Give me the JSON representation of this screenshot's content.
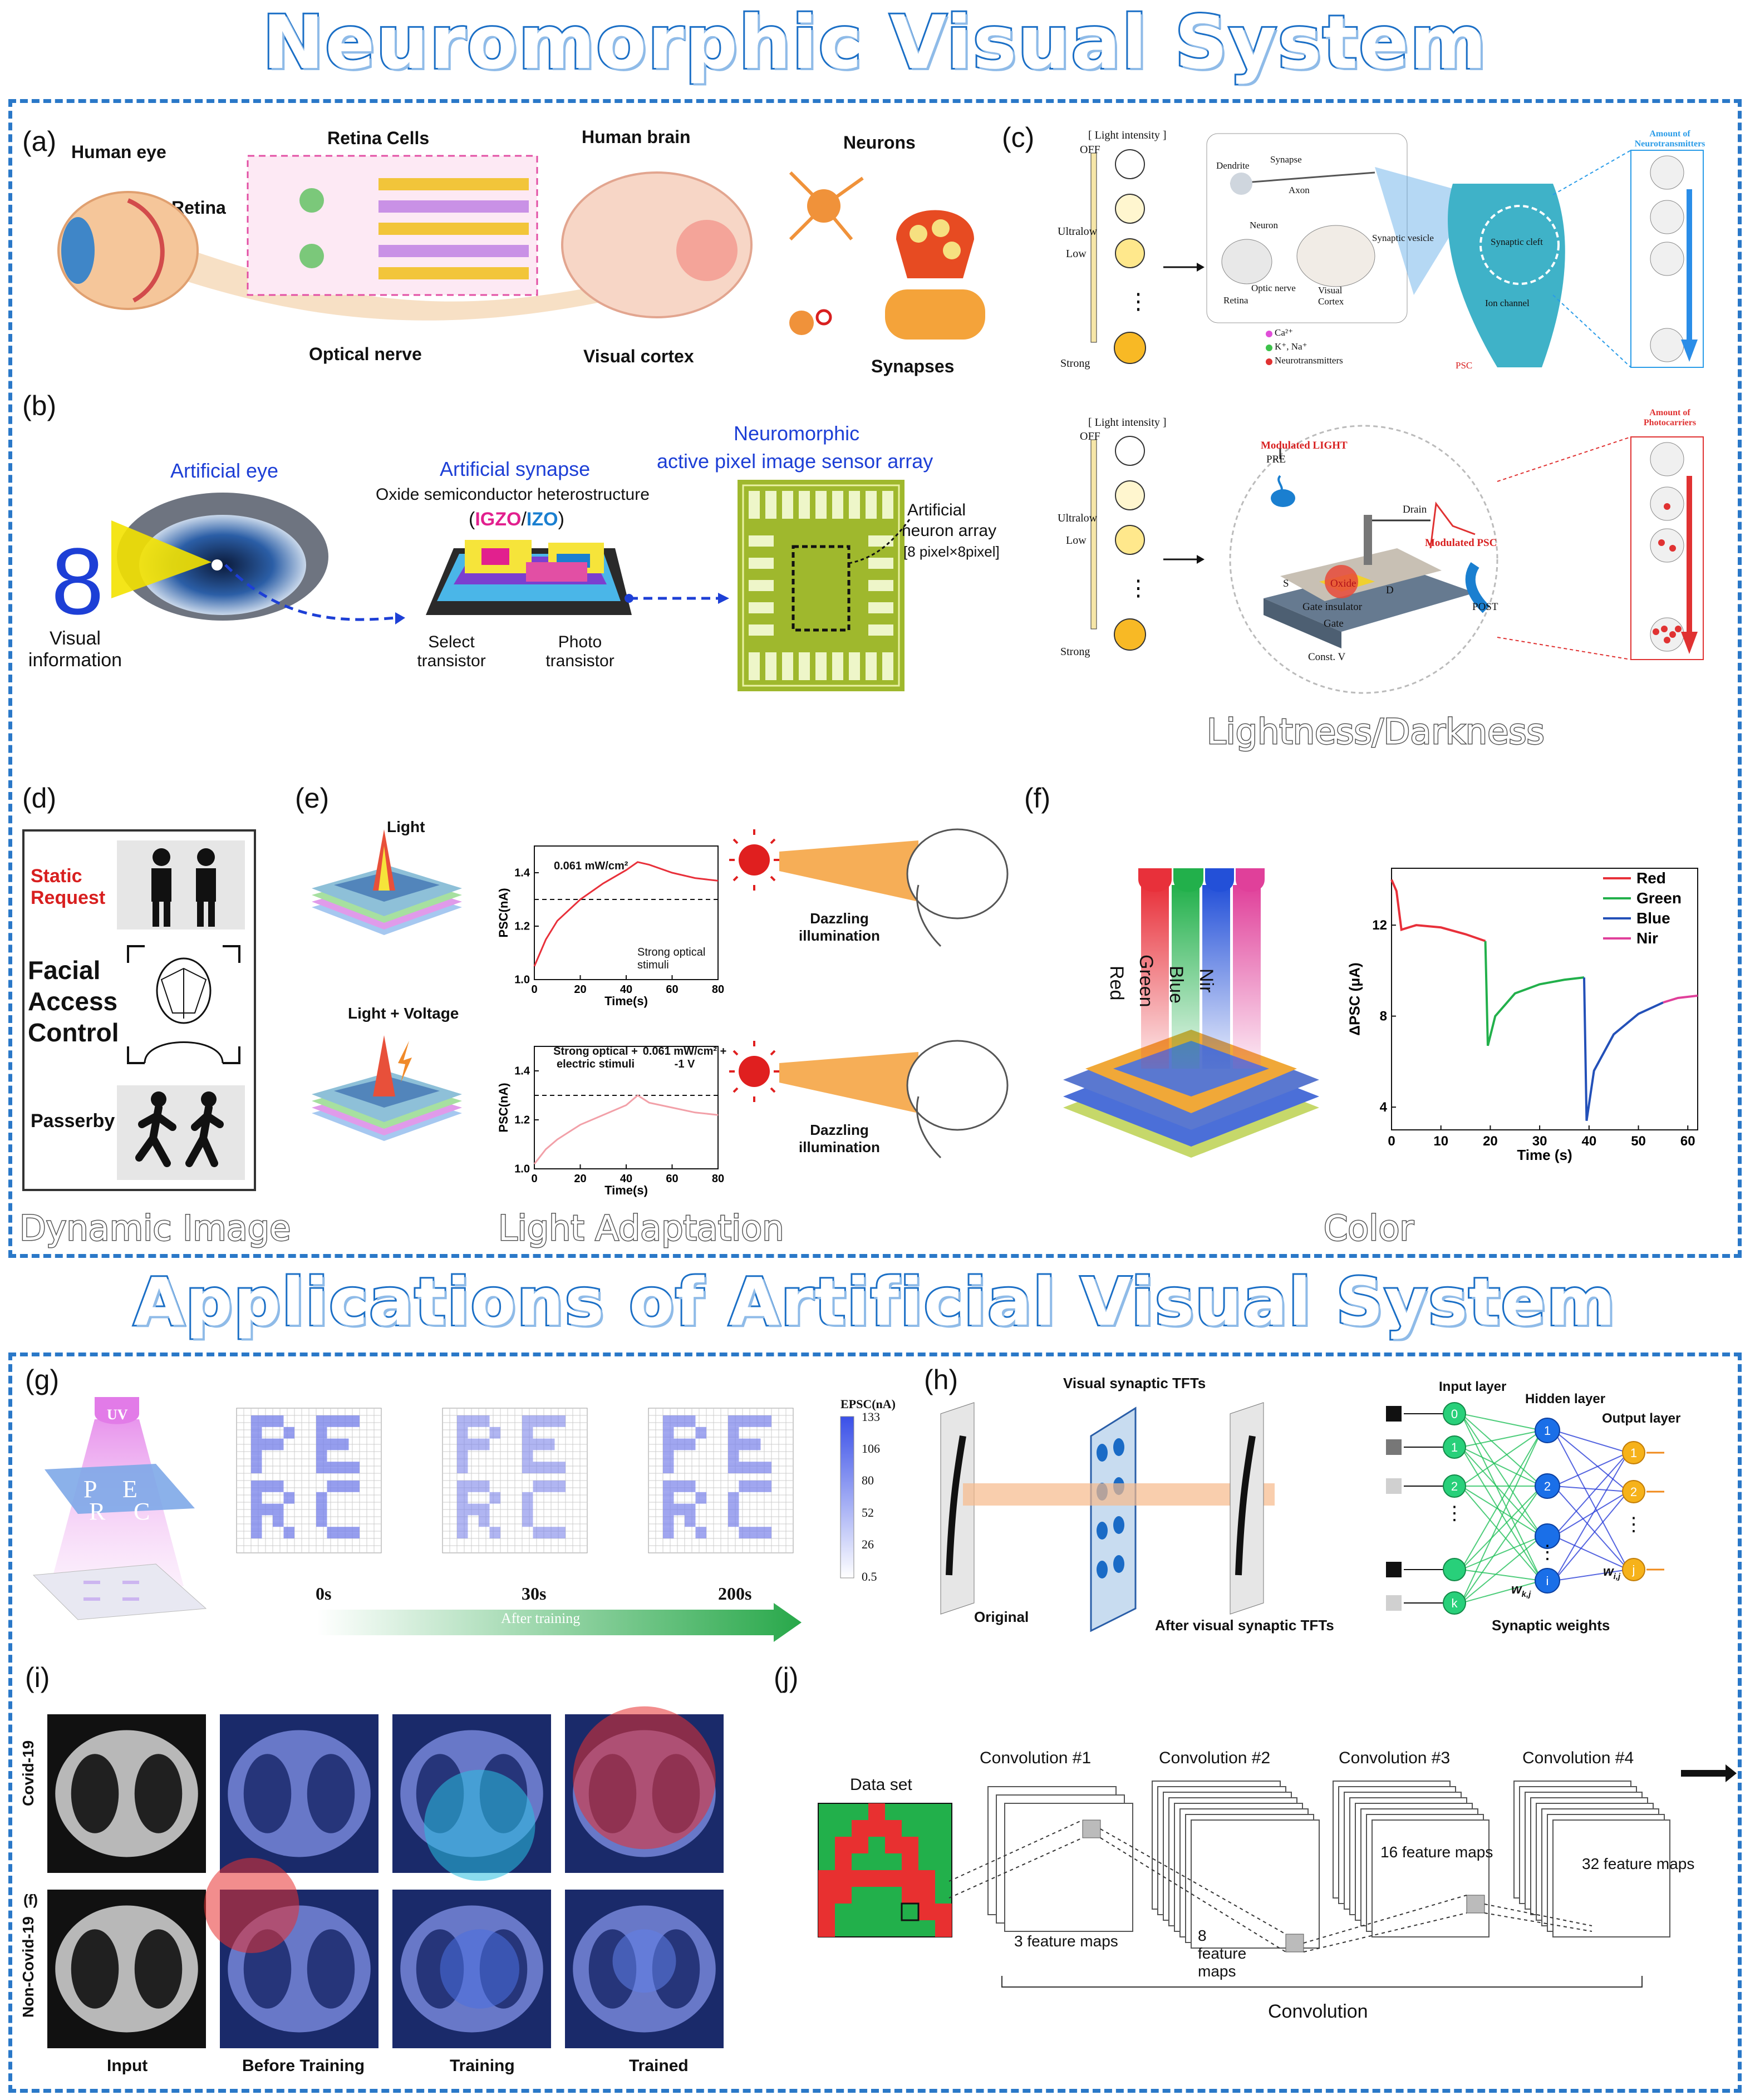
{
  "titles": {
    "top": "Neuromorphic Visual System",
    "bottom": "Applications of Artificial Visual System"
  },
  "panels": {
    "a": {
      "tag": "(a)",
      "human_eye": "Human eye",
      "retina": "Retina",
      "retina_cells": "Retina Cells",
      "human_brain": "Human brain",
      "neurons": "Neurons",
      "optical_nerve": "Optical nerve",
      "visual_cortex": "Visual cortex",
      "synapses": "Synapses"
    },
    "b": {
      "tag": "(b)",
      "artificial_eye": "Artificial eye",
      "digit": "8",
      "visual_information": "Visual information",
      "artificial_synapse": "Artificial synapse",
      "heterostructure": "Oxide semiconductor heterostructure",
      "igzo": "IGZO",
      "izo": "IZO",
      "select_transistor": "Select transistor",
      "photo_transistor": "Photo transistor",
      "sensor_title_1": "Neuromorphic",
      "sensor_title_2": "active pixel image sensor array",
      "neuron_array_1": "Artificial",
      "neuron_array_2": "neuron array",
      "neuron_array_3": "[8 pixel×8pixel]"
    },
    "c": {
      "tag": "(c)",
      "light_intensity": "[ Light intensity ]",
      "off": "OFF",
      "ultralow": "Ultralow",
      "low": "Low",
      "strong": "Strong",
      "dendrite": "Dendrite",
      "synapse": "Synapse",
      "axon": "Axon",
      "neuron": "Neuron",
      "optic_nerve": "Optic nerve",
      "retina": "Retina",
      "visual_cortex": "Visual Cortex",
      "synaptic_vesicle": "Synaptic vesicle",
      "synaptic_cleft": "Synaptic cleft",
      "ion_channel": "Ion channel",
      "psc": "PSC",
      "legend_ca": "Ca²⁺",
      "legend_kna": "K⁺, Na⁺",
      "legend_nt": "Neurotransmitters",
      "amount_nt": "Amount of Neurotransmitters",
      "amount_pc": "Amount of Photocarriers",
      "modulated_light": "Modulated LIGHT",
      "pre": "PRE",
      "drain": "Drain",
      "modulated_psc": "Modulated PSC",
      "oxide": "Oxide",
      "gate_insulator": "Gate insulator",
      "gate": "Gate",
      "post": "POST",
      "const_vg": "Const. V",
      "s": "S",
      "d": "D",
      "caption": "Lightness/Darkness"
    },
    "d": {
      "tag": "(d)",
      "static_request": "Static Request",
      "facial": "Facial Access Control",
      "passerby": "Passerby",
      "caption": "Dynamic Image"
    },
    "e": {
      "tag": "(e)",
      "light": "Light",
      "light_voltage": "Light + Voltage",
      "dazzling": "Dazzling illumination",
      "caption": "Light Adaptation",
      "top_plot_note1": "0.061 mW/cm²",
      "top_plot_note2": "Strong optical stimuli",
      "bottom_plot_note1": "Strong optical + electric stimuli",
      "bottom_plot_note2": "0.061 mW/cm² + -1 V",
      "ylabel": "PSC(nA)",
      "xlabel": "Time(s)"
    },
    "f": {
      "tag": "(f)",
      "caption": "Color",
      "bar_labels": [
        "Red",
        "Green",
        "Blue",
        "Nir"
      ]
    },
    "g": {
      "tag": "(g)",
      "uv": "UV",
      "letters": [
        "P",
        "E",
        "R",
        "C"
      ],
      "times": [
        "0s",
        "30s",
        "200s"
      ],
      "after_training": "After training",
      "colorbar_title": "EPSC(nA)",
      "colorbar_ticks": [
        "133",
        "106",
        "80",
        "52",
        "26",
        "0.5"
      ]
    },
    "h": {
      "tag": "(h)",
      "original": "Original",
      "tfts": "Visual synaptic TFTs",
      "after_tfts": "After visual synaptic TFTs",
      "input_layer": "Input layer",
      "hidden_layer": "Hidden layer",
      "output_layer": "Output layer",
      "synaptic_weights": "Synaptic weights",
      "input_nodes": [
        "0",
        "1",
        "2",
        "k"
      ],
      "hidden_nodes": [
        "1",
        "2",
        "i"
      ],
      "output_nodes": [
        "1",
        "2",
        "j"
      ],
      "wkj": "w",
      "wij": "w"
    },
    "i": {
      "tag": "(i)",
      "row_covid": "Covid-19",
      "row_noncovid": "Non-Covid-19",
      "row_tag": "(f)",
      "cols": [
        "Input",
        "Before Training",
        "Training",
        "Trained"
      ]
    },
    "j": {
      "tag": "(j)",
      "data_set": "Data set",
      "conv1": "Convolution #1",
      "conv2": "Convolution #2",
      "conv3": "Convolution #3",
      "conv4": "Convolution #4",
      "fm1": "3 feature maps",
      "fm2": "8 feature maps",
      "fm3": "16 feature maps",
      "fm4": "32 feature maps",
      "convolution": "Convolution"
    }
  },
  "chart_data": [
    {
      "type": "line",
      "panel": "e-top",
      "xlabel": "Time(s)",
      "ylabel": "PSC(nA)",
      "xlim": [
        0,
        80
      ],
      "ylim": [
        1.0,
        1.5
      ],
      "xticks": [
        "0",
        "20",
        "40",
        "60",
        "80"
      ],
      "yticks": [
        "1.0",
        "1.2",
        "1.4"
      ],
      "reference_line": 1.3,
      "series": [
        {
          "x": [
            0,
            5,
            10,
            20,
            30,
            40,
            45,
            50,
            60,
            70,
            80
          ],
          "values": [
            1.05,
            1.15,
            1.22,
            1.3,
            1.36,
            1.41,
            1.44,
            1.43,
            1.4,
            1.38,
            1.37
          ]
        }
      ]
    },
    {
      "type": "line",
      "panel": "e-bottom",
      "xlabel": "Time(s)",
      "ylabel": "PSC(nA)",
      "xlim": [
        0,
        80
      ],
      "ylim": [
        1.0,
        1.5
      ],
      "xticks": [
        "0",
        "20",
        "40",
        "60",
        "80"
      ],
      "yticks": [
        "1.0",
        "1.2",
        "1.4"
      ],
      "reference_line": 1.3,
      "series": [
        {
          "x": [
            0,
            5,
            10,
            20,
            30,
            40,
            45,
            50,
            60,
            70,
            80
          ],
          "values": [
            1.02,
            1.08,
            1.12,
            1.18,
            1.22,
            1.26,
            1.3,
            1.27,
            1.25,
            1.23,
            1.22
          ]
        }
      ]
    },
    {
      "type": "line",
      "panel": "f",
      "xlabel": "Time (s)",
      "ylabel": "ΔPSC (μA)",
      "xlim": [
        0,
        62
      ],
      "ylim": [
        3,
        14.5
      ],
      "xticks": [
        "0",
        "10",
        "20",
        "30",
        "40",
        "50",
        "60"
      ],
      "yticks": [
        "4",
        "8",
        "12"
      ],
      "series": [
        {
          "name": "Red",
          "color": "#e8303a",
          "x": [
            0,
            1,
            2,
            5,
            10,
            15,
            19
          ],
          "values": [
            14.0,
            13.5,
            11.8,
            12.0,
            11.9,
            11.6,
            11.3
          ]
        },
        {
          "name": "Green",
          "color": "#22b04b",
          "x": [
            19,
            19.5,
            21,
            25,
            30,
            35,
            39
          ],
          "values": [
            11.3,
            6.7,
            8.0,
            9.0,
            9.4,
            9.6,
            9.7
          ]
        },
        {
          "name": "Blue",
          "color": "#2350b8",
          "x": [
            39,
            39.5,
            41,
            45,
            50,
            55
          ],
          "values": [
            9.7,
            3.4,
            5.6,
            7.2,
            8.1,
            8.6
          ]
        },
        {
          "name": "Nir",
          "color": "#e0409a",
          "x": [
            55,
            58,
            62
          ],
          "values": [
            8.6,
            8.8,
            8.9
          ]
        }
      ]
    }
  ],
  "colors": {
    "title_stroke": "#1b6fc6",
    "frame": "#2a78c8",
    "label_blue": "#1d3fd6"
  }
}
